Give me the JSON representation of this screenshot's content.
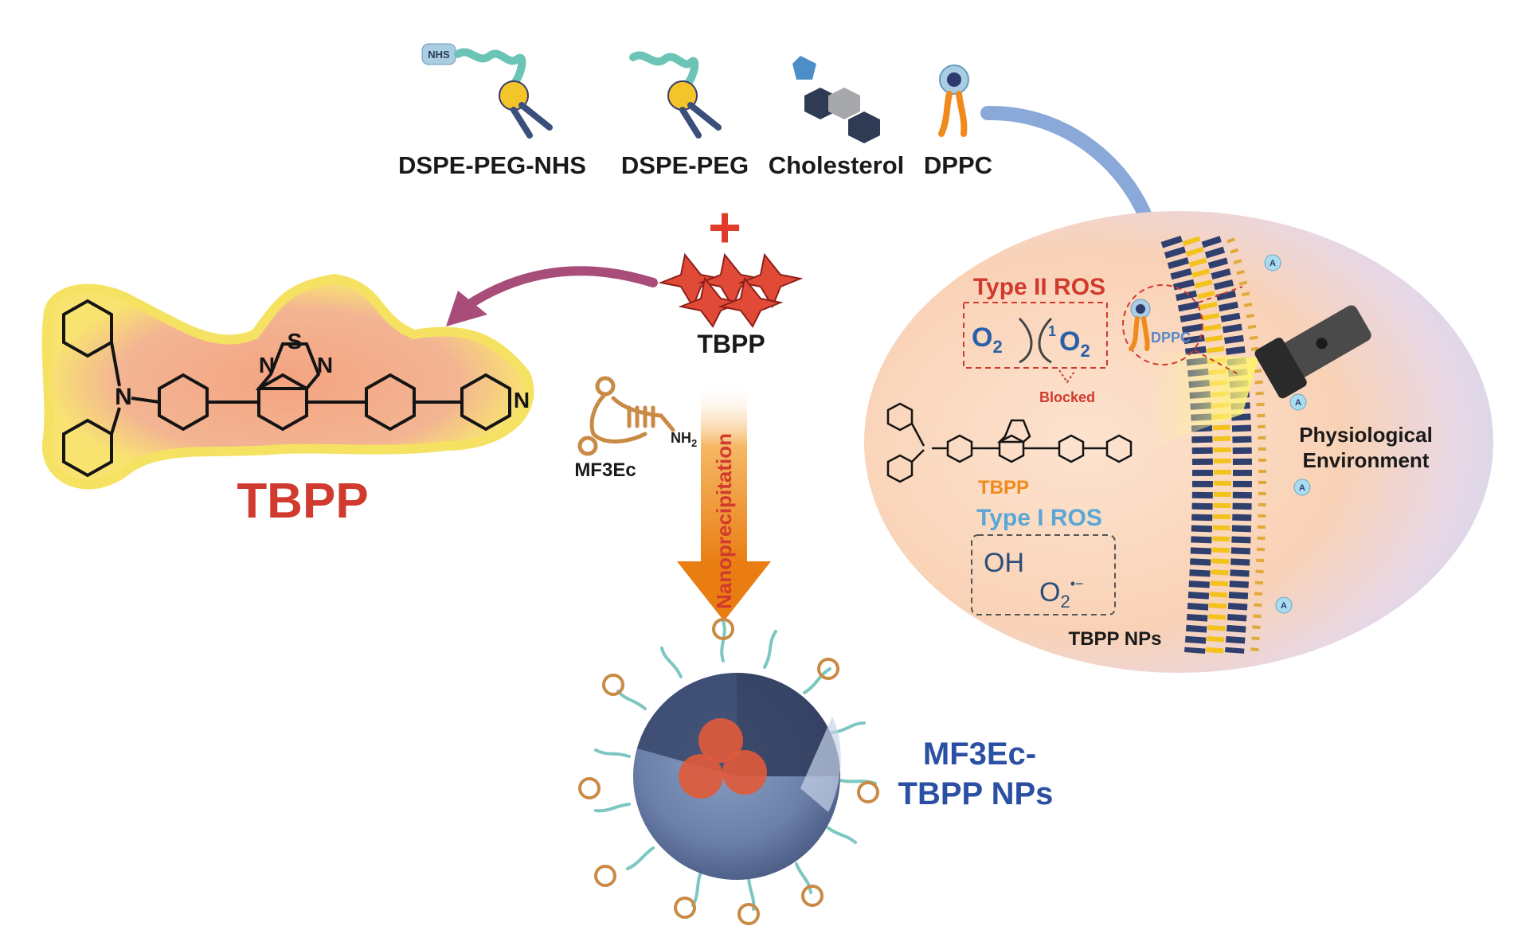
{
  "colors": {
    "title_red": "#d13a2e",
    "blue_text": "#2b4fa3",
    "light_blue": "#5aa7d6",
    "orange": "#f08a1c",
    "membrane_blue": "#2f3f6e",
    "membrane_yellow": "#f3c21d",
    "cell_peach": "#f8c9a8",
    "cell_blue": "#c9d8ef"
  },
  "components": {
    "nhs_badge": "NHS",
    "dspe_peg_nhs": "DSPE-PEG-NHS",
    "dspe_peg": "DSPE-PEG",
    "cholesterol": "Cholesterol",
    "dppc": "DPPC"
  },
  "center": {
    "plus": "+",
    "tbpp_label": "TBPP",
    "mf3ec_label": "MF3Ec",
    "nh2": "NH",
    "nh2_sub": "2",
    "nanoprecipitation": "Nanoprecipitation"
  },
  "molecule": {
    "title": "TBPP",
    "atom_n_amine": "N",
    "atom_s": "S",
    "atom_n_left": "N",
    "atom_n_right": "N",
    "atom_n_pyridine": "N"
  },
  "product": {
    "line1": "MF3Ec-",
    "line2": "TBPP NPs"
  },
  "cell": {
    "type2_title": "Type II ROS",
    "o2": "O",
    "o2_sub": "2",
    "singlet_sup": "1",
    "singlet_o": "O",
    "singlet_sub": "2",
    "blocked": "Blocked",
    "dppc_label": "DPPC",
    "tbpp_small": "TBPP",
    "type1_title": "Type I ROS",
    "oh": "OH",
    "superoxide_o": "O",
    "superoxide_sub": "2",
    "superoxide_sup": "•−",
    "nps_label": "TBPP NPs",
    "physio_line1": "Physiological",
    "physio_line2": "Environment",
    "aptamer_marker": "A"
  }
}
